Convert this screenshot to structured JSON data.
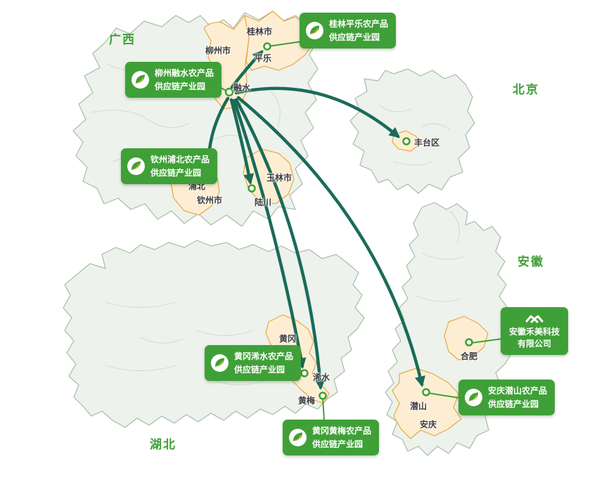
{
  "colors": {
    "badge_green": "#3fa037",
    "arrow_teal": "#1a6b59",
    "region_highlight": "#fdeed3",
    "region_highlight_border": "#e9a83f",
    "map_fill": "#edf2ec",
    "map_border": "#a9bba9",
    "province_label_green": "#3fa037"
  },
  "provinces": [
    {
      "id": "guangxi",
      "label": "广西"
    },
    {
      "id": "beijing",
      "label": "北京"
    },
    {
      "id": "anhui",
      "label": "安徽"
    },
    {
      "id": "hubei",
      "label": "湖北"
    }
  ],
  "cities": [
    {
      "id": "liuzhou",
      "label": "柳州市"
    },
    {
      "id": "guilin",
      "label": "桂林市"
    },
    {
      "id": "pingle",
      "label": "平乐"
    },
    {
      "id": "rongshui",
      "label": "融水"
    },
    {
      "id": "fengtai",
      "label": "丰台区"
    },
    {
      "id": "yulin",
      "label": "玉林市"
    },
    {
      "id": "pubei",
      "label": "浦北"
    },
    {
      "id": "qinzhou",
      "label": "钦州市"
    },
    {
      "id": "luchuan",
      "label": "陆川"
    },
    {
      "id": "huanggang",
      "label": "黄冈"
    },
    {
      "id": "xishui",
      "label": "浠水"
    },
    {
      "id": "huangmei",
      "label": "黄梅"
    },
    {
      "id": "hefei",
      "label": "合肥"
    },
    {
      "id": "qianshan",
      "label": "潜山"
    },
    {
      "id": "anqing",
      "label": "安庆"
    }
  ],
  "badges": [
    {
      "id": "guilin-pingle-park",
      "line1": "桂林平乐农产品",
      "line2": "供应链产业园",
      "icon": "leaf-logo"
    },
    {
      "id": "liuzhou-rongshui-park",
      "line1": "柳州融水农产品",
      "line2": "供应链产业园",
      "icon": "leaf-logo"
    },
    {
      "id": "qinzhou-pubei-park",
      "line1": "钦州浦北农产品",
      "line2": "供应链产业园",
      "icon": "leaf-logo"
    },
    {
      "id": "huanggang-xishui-park",
      "line1": "黄冈浠水农产品",
      "line2": "供应链产业园",
      "icon": "leaf-logo"
    },
    {
      "id": "huanggang-huangmei-park",
      "line1": "黄冈黄梅农产品",
      "line2": "供应链产业园",
      "icon": "leaf-logo"
    },
    {
      "id": "anhui-hemei-company",
      "line1": "安徽禾美科技",
      "line2": "有限公司",
      "icon": "handshake"
    },
    {
      "id": "anqing-qianshan-park",
      "line1": "安庆潜山农产品",
      "line2": "供应链产业园",
      "icon": "leaf-logo"
    }
  ]
}
